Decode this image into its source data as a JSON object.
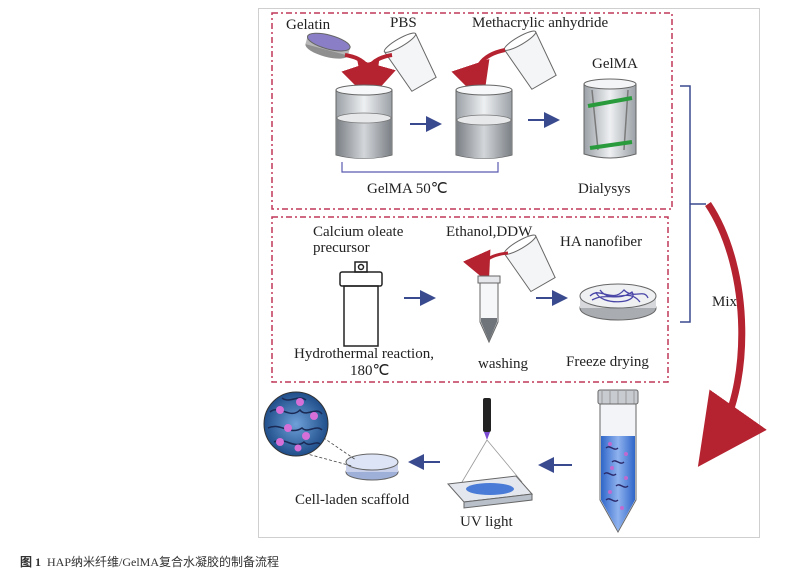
{
  "labels": {
    "gelatin": "Gelatin",
    "pbs": "PBS",
    "methacrylic": "Methacrylic anhydride",
    "gelma_product": "GelMA",
    "gelma_condition": "GelMA   50℃",
    "dialysys": "Dialysys",
    "calcium_line1": "Calcium oleate",
    "calcium_line2": "precursor",
    "ethanol": "Ethanol,DDW",
    "ha_nanofiber": "HA nanofiber",
    "hydrothermal_line1": "Hydrothermal reaction,",
    "hydrothermal_line2": "180℃",
    "washing": "washing",
    "freeze_drying": "Freeze drying",
    "mix": "Mix",
    "cell_laden": "Cell-laden scaffold",
    "uv_light": "UV light"
  },
  "caption": {
    "figure_number": "图 1",
    "text": "HAP纳米纤维/GelMA复合水凝胶的制备流程"
  },
  "colors": {
    "dashed_box": "#c0395a",
    "arrow_blue": "#3a4a8e",
    "curved_arrow": "#b52230",
    "bracket": "#3a4a8e",
    "glass": "#bfc3c8",
    "green_band": "#2a9b3c",
    "liquid_blue": "#4a7bd6"
  }
}
